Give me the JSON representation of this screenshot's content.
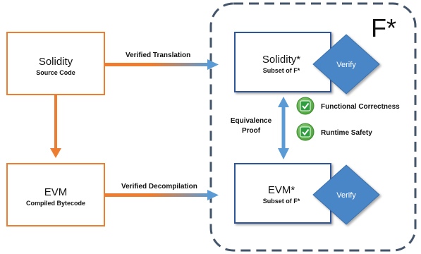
{
  "region": {
    "label": "F*"
  },
  "nodes": {
    "solidity": {
      "title": "Solidity",
      "subtitle": "Source Code"
    },
    "evm": {
      "title": "EVM",
      "subtitle": "Compiled Bytecode"
    },
    "solidity_star": {
      "title": "Solidity*",
      "subtitle": "Subset of F*"
    },
    "evm_star": {
      "title": "EVM*",
      "subtitle": "Subset of F*"
    },
    "verify_top": {
      "label": "Verify"
    },
    "verify_bottom": {
      "label": "Verify"
    }
  },
  "edges": {
    "translation": {
      "label": "Verified Translation"
    },
    "decompilation": {
      "label": "Verified Decompilation"
    },
    "equivalence": {
      "label_line1": "Equivalence",
      "label_line2": "Proof"
    }
  },
  "properties": [
    {
      "label": "Functional Correctness",
      "icon": "check-icon"
    },
    {
      "label": "Runtime Safety",
      "icon": "check-icon"
    }
  ],
  "colors": {
    "orange": "#ed7d31",
    "blue": "#5b9bd5",
    "region_border": "#44546a",
    "box_border": "#2f5597",
    "diamond": "#4a86c8",
    "check_green": "#5ab248"
  }
}
